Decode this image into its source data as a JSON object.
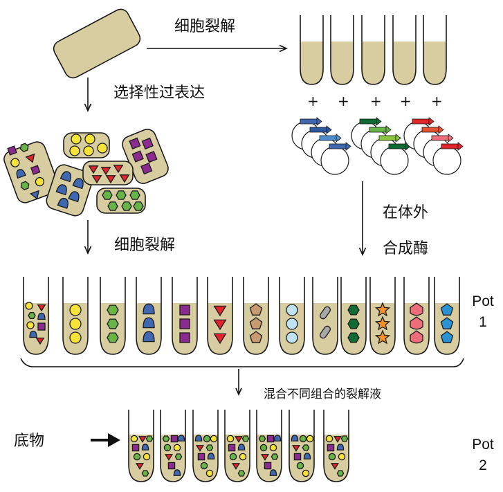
{
  "labels": {
    "cell_lysis_top": "细胞裂解",
    "overexpression": "选择性过表达",
    "cell_lysis_left": "细胞裂解",
    "in_vitro_line1": "在体外",
    "in_vitro_line2": "合成酶",
    "mix_lysates": "混合不同组合的裂解液",
    "substrate": "底物",
    "pot1_word": "Pot",
    "pot1_num": "1",
    "pot2_word": "Pot",
    "pot2_num": "2",
    "plus": "+"
  },
  "colors": {
    "cell_fill": "#d8cda0",
    "lysate": "#d8cda0",
    "yellow": "#f7e43a",
    "green": "#69b446",
    "purple": "#8a2c8f",
    "blue": "#3f68b1",
    "red": "#e0262b",
    "tan": "#c89a72",
    "light_blue": "#bfe3f2",
    "gray": "#a8a8a8",
    "dark_green": "#0f6a33",
    "orange": "#f29227",
    "pink": "#ee6d7a",
    "cyan": "#2b93d3"
  }
}
